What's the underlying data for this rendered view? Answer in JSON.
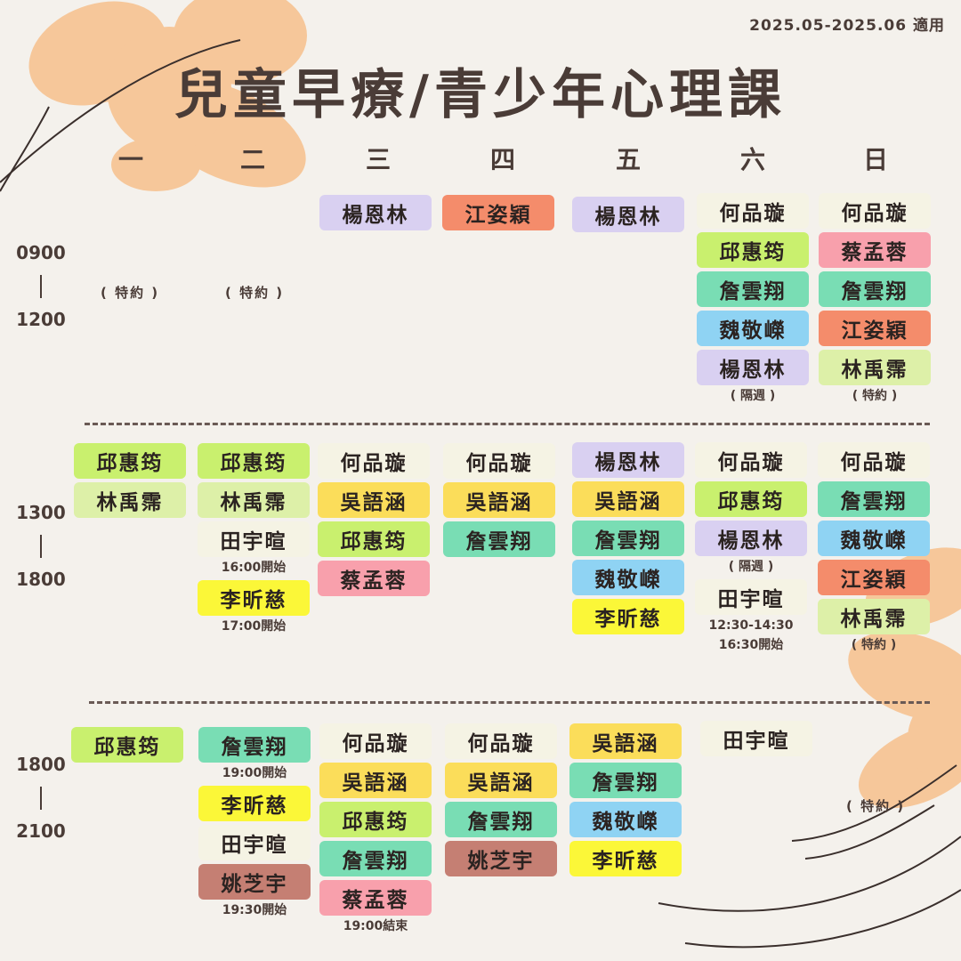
{
  "header": {
    "valid_period": "2025.05-2025.06 適用",
    "title": "兒童早療/青少年心理課"
  },
  "days": [
    "一",
    "二",
    "三",
    "四",
    "五",
    "六",
    "日"
  ],
  "time_slots": [
    {
      "start": "0900",
      "end": "1200"
    },
    {
      "start": "1300",
      "end": "1800"
    },
    {
      "start": "1800",
      "end": "2100"
    }
  ],
  "colors": {
    "purple": "#d9d0f1",
    "orange": "#f48c6b",
    "cream": "#f5f3e4",
    "green": "#c9f06e",
    "mint": "#79ddb4",
    "blue": "#8fd3f3",
    "lime": "#ddf0a8",
    "pink": "#f8a0ac",
    "yellow": "#fbdd5a",
    "brown": "#c57f73",
    "bright_yellow": "#fbf738",
    "background": "#f4f1ec",
    "flower": "#f6c79a"
  },
  "special_notes": {
    "mon_morning": "( 特約 )",
    "tue_morning": "( 特約 )",
    "sun_evening": "( 特約 )"
  },
  "schedule": {
    "morning": {
      "wed": [
        {
          "name": "楊恩林",
          "color": "purple"
        }
      ],
      "thu": [
        {
          "name": "江姿穎",
          "color": "orange"
        }
      ],
      "fri": [
        {
          "name": "楊恩林",
          "color": "purple"
        }
      ],
      "sat": [
        {
          "name": "何品璇",
          "color": "cream"
        },
        {
          "name": "邱惠筠",
          "color": "green"
        },
        {
          "name": "詹雲翔",
          "color": "mint"
        },
        {
          "name": "魏敬嶸",
          "color": "blue"
        },
        {
          "name": "楊恩林",
          "color": "purple",
          "note": "( 隔週 )"
        }
      ],
      "sun": [
        {
          "name": "何品璇",
          "color": "cream"
        },
        {
          "name": "蔡孟蓉",
          "color": "pink"
        },
        {
          "name": "詹雲翔",
          "color": "mint"
        },
        {
          "name": "江姿穎",
          "color": "orange"
        },
        {
          "name": "林禹霈",
          "color": "lime",
          "note": "( 特約 )"
        }
      ]
    },
    "afternoon": {
      "mon": [
        {
          "name": "邱惠筠",
          "color": "green"
        },
        {
          "name": "林禹霈",
          "color": "lime"
        }
      ],
      "tue": [
        {
          "name": "邱惠筠",
          "color": "green"
        },
        {
          "name": "林禹霈",
          "color": "lime"
        },
        {
          "name": "田宇暄",
          "color": "cream",
          "note": "16:00開始"
        },
        {
          "name": "李昕慈",
          "color": "bright_yellow",
          "note": "17:00開始"
        }
      ],
      "wed": [
        {
          "name": "何品璇",
          "color": "cream"
        },
        {
          "name": "吳語涵",
          "color": "yellow"
        },
        {
          "name": "邱惠筠",
          "color": "green"
        },
        {
          "name": "蔡孟蓉",
          "color": "pink"
        }
      ],
      "thu": [
        {
          "name": "何品璇",
          "color": "cream"
        },
        {
          "name": "吳語涵",
          "color": "yellow"
        },
        {
          "name": "詹雲翔",
          "color": "mint"
        }
      ],
      "fri": [
        {
          "name": "楊恩林",
          "color": "purple"
        },
        {
          "name": "吳語涵",
          "color": "yellow"
        },
        {
          "name": "詹雲翔",
          "color": "mint"
        },
        {
          "name": "魏敬嶸",
          "color": "blue"
        },
        {
          "name": "李昕慈",
          "color": "bright_yellow"
        }
      ],
      "sat": [
        {
          "name": "何品璇",
          "color": "cream"
        },
        {
          "name": "邱惠筠",
          "color": "green"
        },
        {
          "name": "楊恩林",
          "color": "purple",
          "note": "( 隔週 )"
        },
        {
          "name": "田宇暄",
          "color": "cream",
          "note": "12:30-14:30",
          "note2": "16:30開始"
        }
      ],
      "sun": [
        {
          "name": "何品璇",
          "color": "cream"
        },
        {
          "name": "詹雲翔",
          "color": "mint"
        },
        {
          "name": "魏敬嶸",
          "color": "blue"
        },
        {
          "name": "江姿穎",
          "color": "orange"
        },
        {
          "name": "林禹霈",
          "color": "lime",
          "note": "( 特約 )"
        }
      ]
    },
    "evening": {
      "mon": [
        {
          "name": "邱惠筠",
          "color": "green"
        }
      ],
      "tue": [
        {
          "name": "詹雲翔",
          "color": "mint",
          "note": "19:00開始"
        },
        {
          "name": "李昕慈",
          "color": "bright_yellow"
        },
        {
          "name": "田宇暄",
          "color": "cream"
        },
        {
          "name": "姚芝宇",
          "color": "brown",
          "note": "19:30開始"
        }
      ],
      "wed": [
        {
          "name": "何品璇",
          "color": "cream"
        },
        {
          "name": "吳語涵",
          "color": "yellow"
        },
        {
          "name": "邱惠筠",
          "color": "green"
        },
        {
          "name": "詹雲翔",
          "color": "mint"
        },
        {
          "name": "蔡孟蓉",
          "color": "pink",
          "note": "19:00結束"
        }
      ],
      "thu": [
        {
          "name": "何品璇",
          "color": "cream"
        },
        {
          "name": "吳語涵",
          "color": "yellow"
        },
        {
          "name": "詹雲翔",
          "color": "mint"
        },
        {
          "name": "姚芝宇",
          "color": "brown"
        }
      ],
      "fri": [
        {
          "name": "吳語涵",
          "color": "yellow"
        },
        {
          "name": "詹雲翔",
          "color": "mint"
        },
        {
          "name": "魏敬嶸",
          "color": "blue"
        },
        {
          "name": "李昕慈",
          "color": "bright_yellow"
        }
      ],
      "sat": [
        {
          "name": "田宇暄",
          "color": "cream"
        }
      ]
    }
  }
}
